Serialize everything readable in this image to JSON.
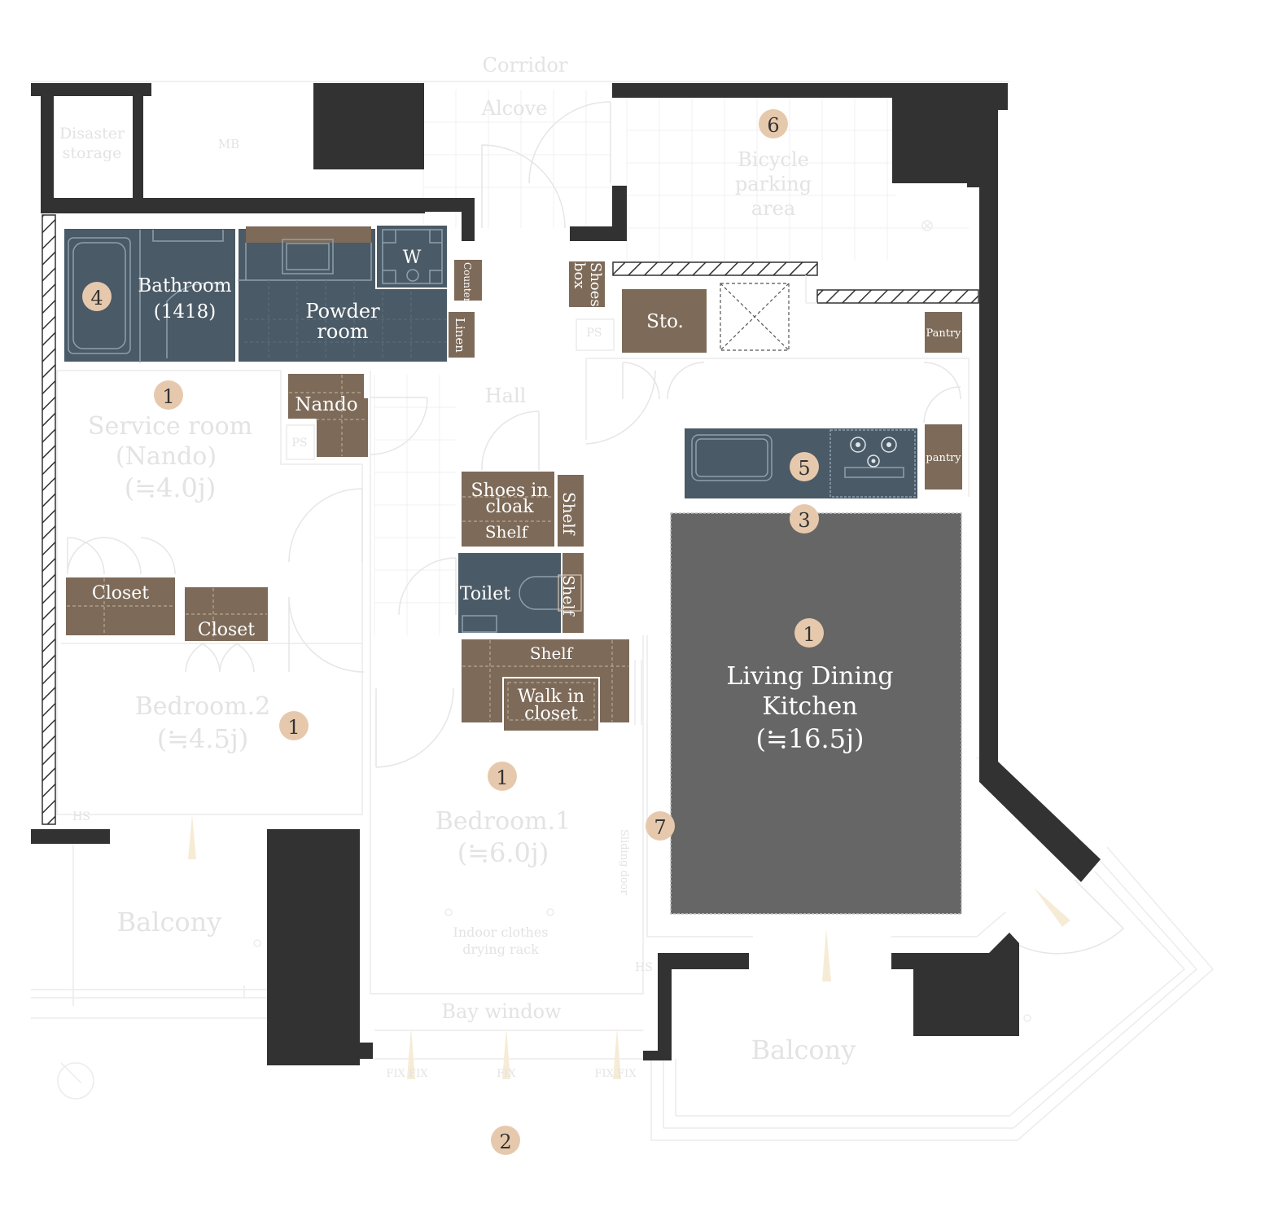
{
  "colors": {
    "wall": "#323232",
    "wet_area": "#4a5a66",
    "storage": "#7d6a58",
    "living_dining_kitchen": "#666666",
    "badge": "#e6c9ad",
    "faint_label": "#e3e3e3"
  },
  "labels": {
    "corridor": "Corridor",
    "alcove": "Alcove",
    "disaster_storage": [
      "Disaster",
      "storage"
    ],
    "mb": "MB",
    "bicycle": [
      "Bicycle",
      "parking",
      "area"
    ],
    "bathroom": [
      "Bathroom",
      "(1418)"
    ],
    "powder_room": [
      "Powder",
      "room"
    ],
    "washer": "W",
    "counter": "Counter",
    "linen": "Linen",
    "shoes_box": [
      "Shoes",
      "box"
    ],
    "ps": "PS",
    "storage": "Sto.",
    "pantry_upper": "Pantry",
    "pantry_lower": "pantry",
    "hall": "Hall",
    "nando": "Nando",
    "service_room": [
      "Service room",
      "(Nando)",
      "(≒4.0j)"
    ],
    "shoes_in_cloak": [
      "Shoes in",
      "cloak"
    ],
    "shelf": "Shelf",
    "toilet": "Toilet",
    "closet": "Closet",
    "walk_in_closet": [
      "Walk in",
      "closet"
    ],
    "bedroom2": [
      "Bedroom.2",
      "(≒4.5j)"
    ],
    "bedroom1": [
      "Bedroom.1",
      "(≒6.0j)"
    ],
    "ldk": [
      "Living Dining",
      "Kitchen",
      "(≒16.5j)"
    ],
    "sliding_door": "Sliding door",
    "hs": "HS",
    "indoor_rack": [
      "Indoor clothes",
      "drying rack"
    ],
    "bay_window": "Bay window",
    "balcony": "Balcony",
    "fix": "FIX",
    "fix_pair": "FIX FIX"
  },
  "badges": {
    "b1_service": "1",
    "b1_bedroom2": "1",
    "b1_bedroom1": "1",
    "b1_ldk": "1",
    "b2": "2",
    "b3": "3",
    "b4": "4",
    "b5": "5",
    "b6": "6",
    "b7": "7"
  }
}
